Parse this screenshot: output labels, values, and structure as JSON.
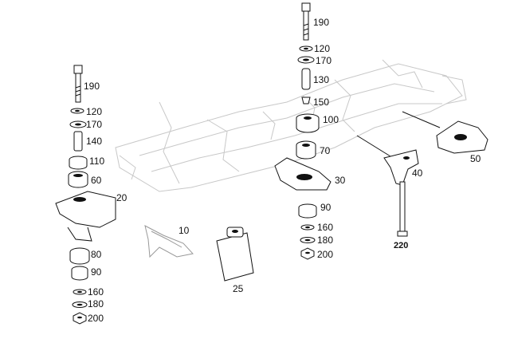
{
  "labels": {
    "l10": "10",
    "l20": "20",
    "l25": "25",
    "l30": "30",
    "l40": "40",
    "l50": "50",
    "l60": "60",
    "l70": "70",
    "l80": "80",
    "l90a": "90",
    "l90b": "90",
    "l100": "100",
    "l110": "110",
    "l120a": "120",
    "l120b": "120",
    "l130": "130",
    "l140": "140",
    "l150": "150",
    "l160a": "160",
    "l160b": "160",
    "l170a": "170",
    "l170b": "170",
    "l180a": "180",
    "l180b": "180",
    "l190a": "190",
    "l190b": "190",
    "l200a": "200",
    "l200b": "200",
    "l220": "220"
  }
}
